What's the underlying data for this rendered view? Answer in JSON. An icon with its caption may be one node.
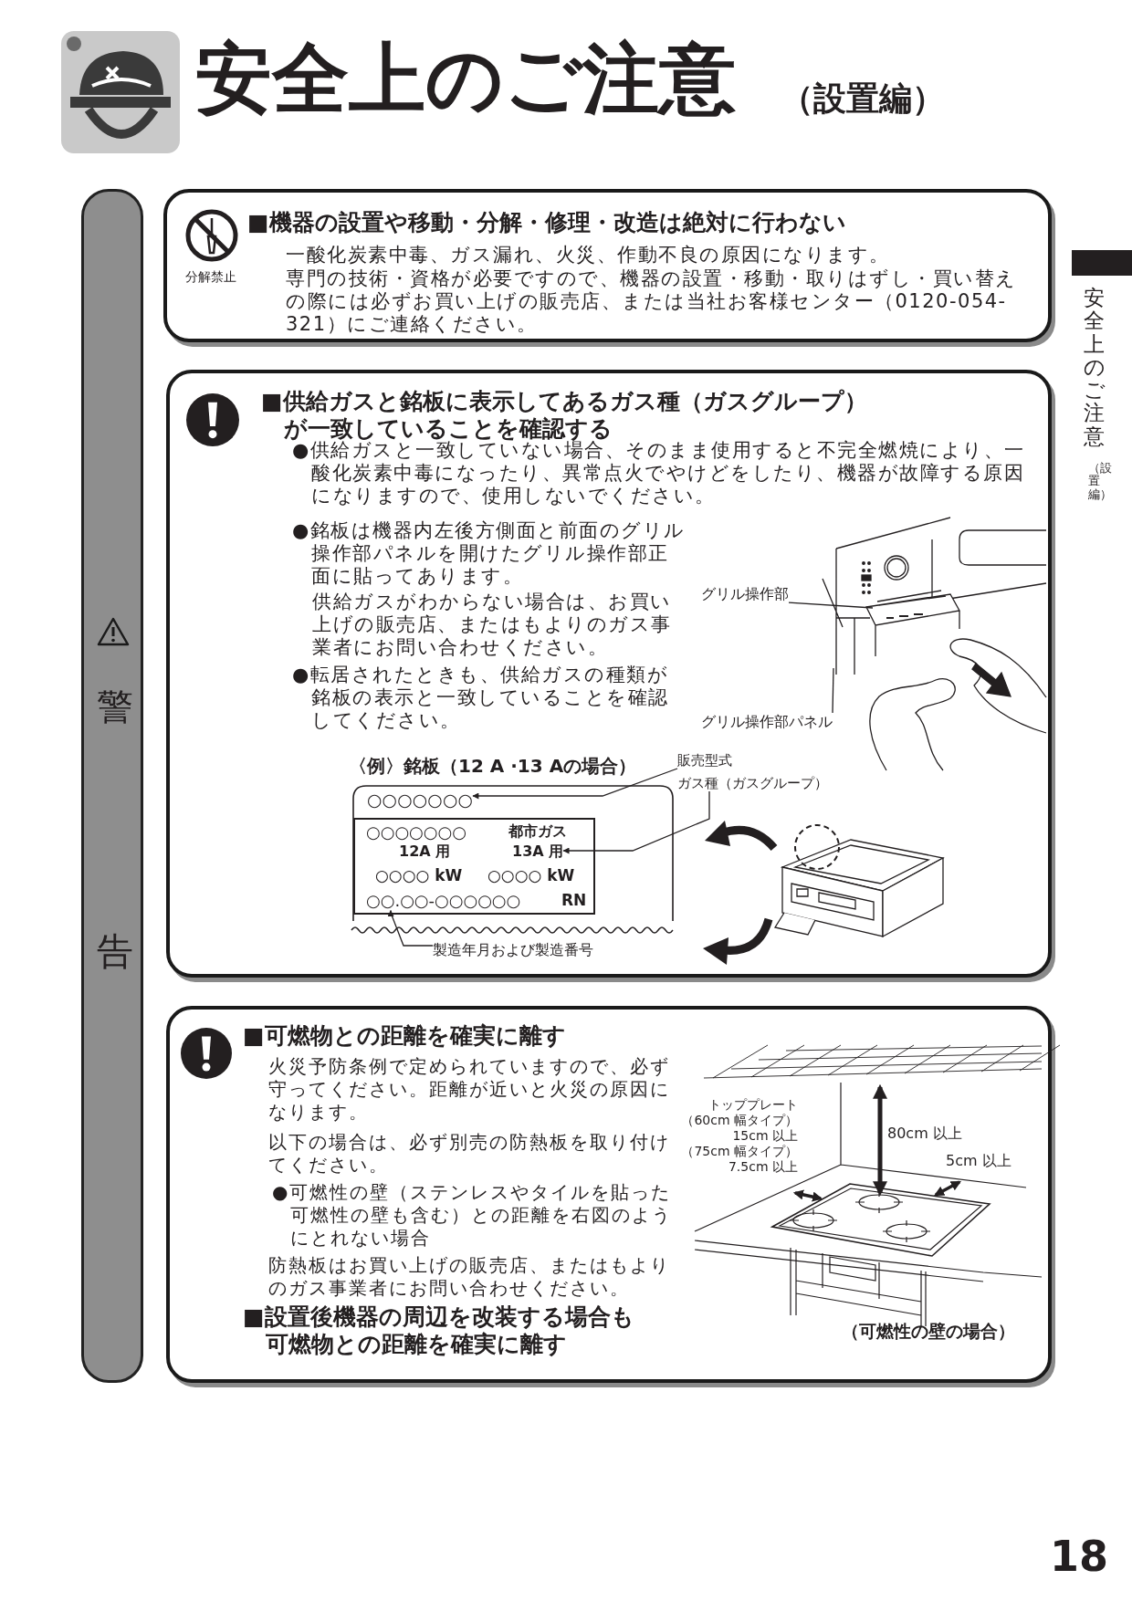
{
  "diagram": {
    "title": "安全上のご注意",
    "nodes": [
      {
        "text": [
          "警",
          "告"
        ]
      },
      {
        "text": [
          "分解禁止",
          "■機器の設置や移動・分解・修理・改造は絶対に行わない",
          "一酸化炭素中毒、ガス漏れ、火災、作動不良の原因になります。",
          "専門の技術・資格が必要ですので、機器の設置・移動・取りはずし・買い替えの際には必ずお買い上げの販売店、または当社お客様センター（0120-054-321）にご連絡ください。"
        ]
      },
      {
        "text": [
          "■供給ガスと銘板に表示してあるガス種（ガスグループ）が一致していることを確認する",
          "●供給ガスと一致していない場合、そのまま使用すると不完全燃焼により、一酸化炭素中毒になったり、異常点火でやけどをしたり、機器が故障する原因になりますので、使用しないでください。",
          "●銘板は機器内左後方側面と前面のグリル操作部パネルを開けたグリル操作部正面に貼ってあります。",
          "供給ガスがわからない場合は、お買い上げの販売店、またはもよりのガス事業者にお問い合わせください。",
          "●転居されたときも、供給ガスの種類が銘板の表示と一致していることを確認してください。"
        ]
      },
      {
        "text": [
          "グリル操作部"
        ],
        "in": 2
      },
      {
        "text": [
          "グリル操作部パネル"
        ],
        "in": 2
      },
      {
        "text": [
          "〈例〉銘板（12 A ·13 Aの場合）"
        ],
        "in": 2
      },
      {
        "text": [
          "○○○○○○○"
        ],
        "in": 5
      },
      {
        "text": [
          "○○○○○○○",
          "都市ガス",
          "12A 用",
          "○○○○ kW",
          "○○○○ kW",
          "RN"
        ],
        "in": 5
      },
      {
        "text": [
          "13A 用"
        ],
        "in": 7
      },
      {
        "text": [
          "○○.○○-○○○○○○"
        ],
        "in": 7
      },
      {
        "text": [
          "販売型式"
        ],
        "in": 2
      },
      {
        "text": [
          "ガス種（ガスグループ）"
        ],
        "in": 2
      },
      {
        "text": [
          "製造年月および製造番号"
        ],
        "in": 2
      },
      {
        "text": [
          "■可燃物との距離を確実に離す",
          "火災予防条例で定められていますので、必ず守ってください。距離が近いと火災の原因になります。",
          "以下の場合は、必ず別売の防熱板を取り付けてください。",
          "●可燃性の壁（ステンレスやタイルを貼った可燃性の壁も含む）との距離を右図のようにとれない場合",
          "防熱板はお買い上げの販売店、またはもよりのガス事業者にお問い合わせください。",
          "■設置後機器の周辺を改装する場合も可燃物との距離を確実に離す"
        ]
      }
    ],
    "edges": [
      {
        "from": 3,
        "to": null,
        "arrow": "none"
      },
      {
        "from": 4,
        "to": null,
        "arrow": "none"
      },
      {
        "from": 10,
        "to": 6,
        "arrow": "to"
      },
      {
        "from": 11,
        "to": 8,
        "arrow": "to"
      },
      {
        "from": 12,
        "to": 9,
        "arrow": "to"
      }
    ],
    "labels": [
      "（設置編）",
      "安全上のご注意",
      "（設置編）",
      "トッププレート",
      "（60cm 幅タイプ）",
      "15cm 以上",
      "（75cm 幅タイプ）",
      "7.5cm 以上",
      "80cm 以上",
      "5cm 以上",
      "（可燃性の壁の場合）",
      "18"
    ]
  }
}
